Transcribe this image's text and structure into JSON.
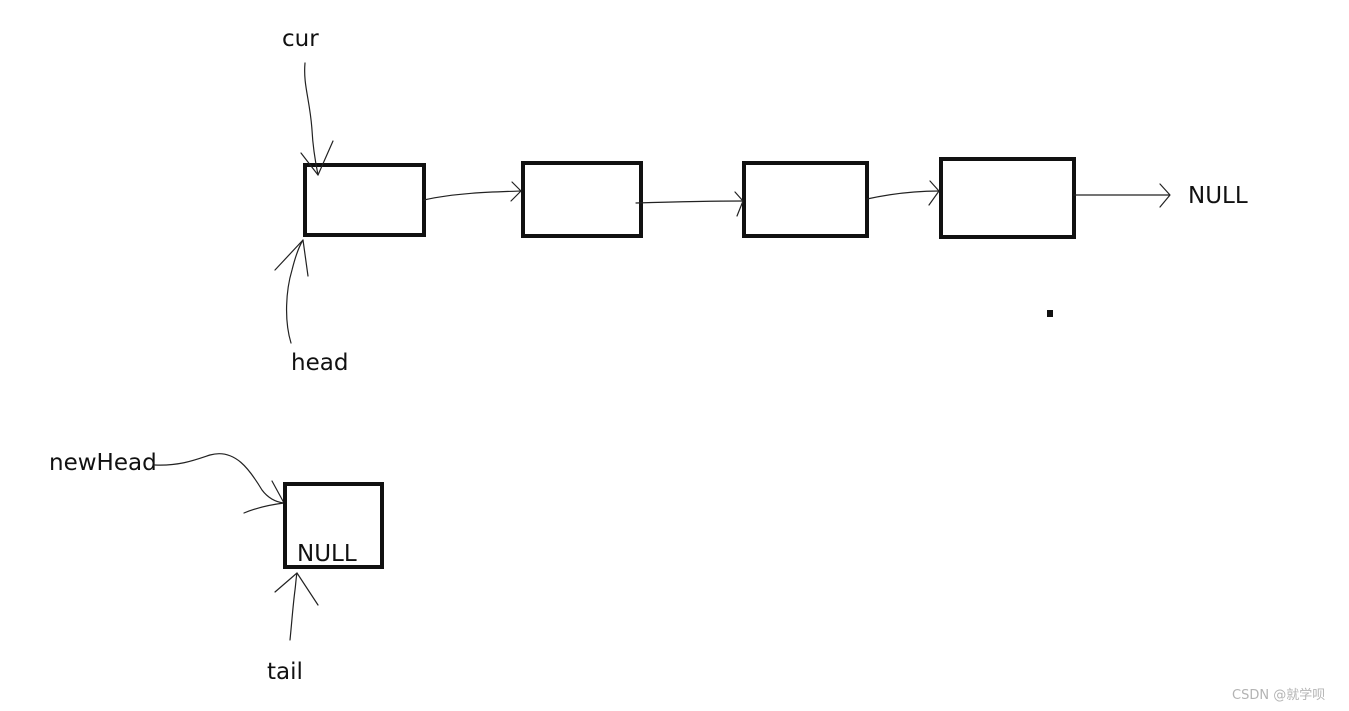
{
  "labels": {
    "cur": "cur",
    "head": "head",
    "null_end": "NULL",
    "new_head": "newHead",
    "new_node_value": "NULL",
    "tail": "tail"
  },
  "list_nodes": [
    "",
    "",
    "",
    ""
  ],
  "watermark": "CSDN @就学呗",
  "colors": {
    "stroke": "#111111",
    "background": "#ffffff",
    "watermark": "#b3b3b3"
  }
}
